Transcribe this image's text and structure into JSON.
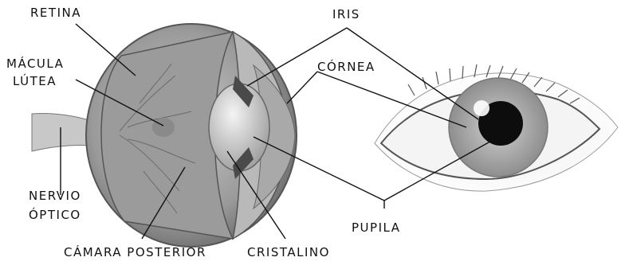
{
  "labels": {
    "retina": "RETINA",
    "macula_line1": "MÁCULA",
    "macula_line2": "LÚTEA",
    "nervio_line1": "NERVIO",
    "nervio_line2": "ÓPTICO",
    "camara": "CÁMARA POSTERIOR",
    "cristalino": "CRISTALINO",
    "iris": "IRIS",
    "cornea": "CÓRNEA",
    "pupila": "PUPILA"
  },
  "colors": {
    "line": "#111111",
    "background": "#ffffff"
  }
}
